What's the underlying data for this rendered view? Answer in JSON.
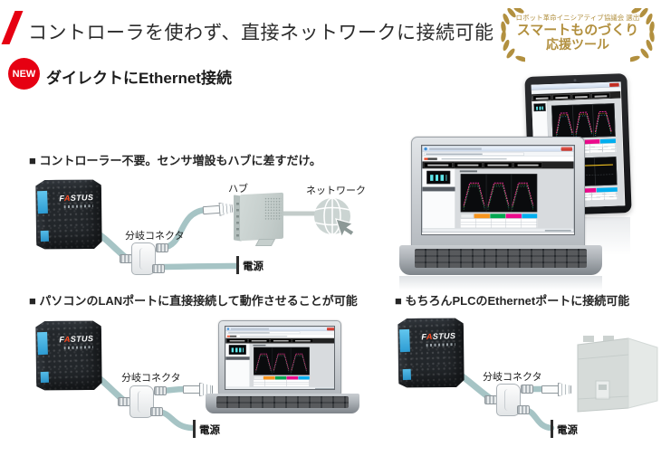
{
  "header": {
    "title": "コントローラを使わず、直接ネットワークに接続可能",
    "new_badge": "NEW",
    "subtitle": "ダイレクトにEthernet接続"
  },
  "award_badge": {
    "line1": "ロボット革命イニシアティブ協議会 選出",
    "line2": "スマートものづくり",
    "line3": "応援ツール"
  },
  "sensor": {
    "logo_prefix": "F",
    "logo_accent": "A",
    "logo_suffix": "STUS"
  },
  "sections": {
    "hub": {
      "heading": "■ コントローラー不要。センサ増設もハブに差すだけ。",
      "splitter_label": "分岐コネクタ",
      "hub_label": "ハブ",
      "network_label": "ネットワーク",
      "power_label": "電源"
    },
    "pc": {
      "heading": "■ パソコンのLANポートに直接接続して動作させることが可能",
      "splitter_label": "分岐コネクタ",
      "power_label": "電源"
    },
    "plc": {
      "heading": "■ もちろんPLCのEthernetポートに接続可能",
      "splitter_label": "分岐コネクタ",
      "power_label": "電源"
    }
  },
  "colors": {
    "accent_red": "#e60012",
    "gold": "#b2903f",
    "cable_teal": "#a6c4c5",
    "device_gray": "#c8d1cf",
    "ui_orange": "#f7941d",
    "ui_green": "#00a650",
    "ui_magenta": "#ec0a8c",
    "ui_blue": "#00aeef",
    "wave_magenta": "#e8289c",
    "wave_yellow": "#f0c020",
    "wave_cyan": "#35c7e8",
    "wave_green": "#4fd44f"
  }
}
